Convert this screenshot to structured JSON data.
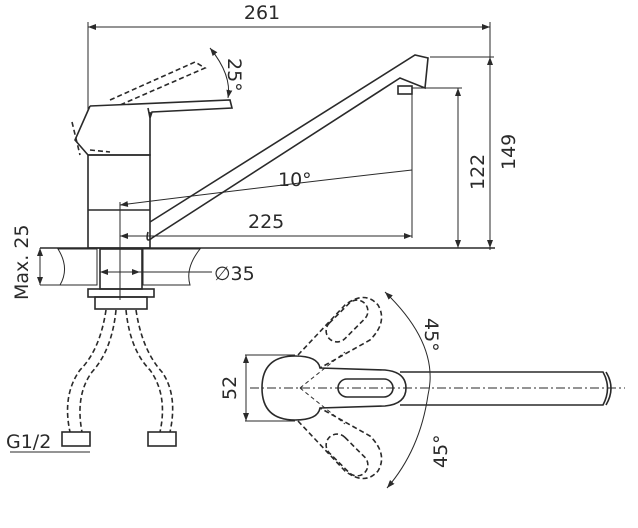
{
  "title": "Faucet dimension drawing",
  "dimensions": {
    "overall_length": "261",
    "handle_tilt": "25°",
    "spout_angle": "10°",
    "spout_reach": "225",
    "outlet_height": "122",
    "overall_height": "149",
    "max_counter_thickness": "Max. 25",
    "mount_hole": "∅35",
    "thread": "G1/2",
    "handle_width": "52",
    "rotation_left": "45°",
    "rotation_right": "45°"
  }
}
